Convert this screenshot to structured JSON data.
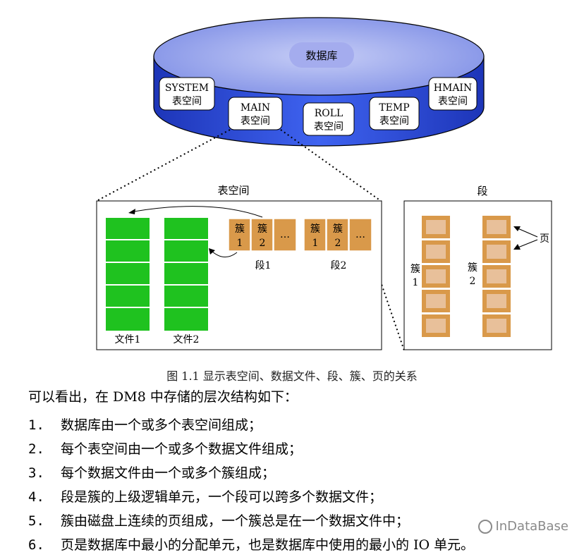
{
  "database": {
    "label": "数据库",
    "tablespaces": [
      {
        "name": "SYSTEM",
        "sub": "表空间"
      },
      {
        "name": "MAIN",
        "sub": "表空间"
      },
      {
        "name": "ROLL",
        "sub": "表空间"
      },
      {
        "name": "TEMP",
        "sub": "表空间"
      },
      {
        "name": "HMAIN",
        "sub": "表空间"
      }
    ]
  },
  "tablespace_panel": {
    "title": "表空间",
    "file1": "文件1",
    "file2": "文件2",
    "cluster_char": "簇",
    "num1": "1",
    "num2": "2",
    "ellipsis": "…",
    "seg1": "段1",
    "seg2": "段2"
  },
  "segment_panel": {
    "title": "段",
    "page_label": "页",
    "cluster1": "簇",
    "cluster1_num": "1",
    "cluster2": "簇",
    "cluster2_num": "2"
  },
  "caption": "图 1.1  显示表空间、数据文件、段、簇、页的关系",
  "intro": "可以看出，在 DM8 中存储的层次结构如下：",
  "items": [
    {
      "num": "1.",
      "text": "数据库由一个或多个表空间组成；"
    },
    {
      "num": "2.",
      "text": "每个表空间由一个或多个数据文件组成；"
    },
    {
      "num": "3.",
      "text": "每个数据文件由一个或多个簇组成；"
    },
    {
      "num": "4.",
      "text": "段是簇的上级逻辑单元，一个段可以跨多个数据文件；"
    },
    {
      "num": "5.",
      "text": "簇由磁盘上连续的页组成，一个簇总是在一个数据文件中；"
    },
    {
      "num": "6.",
      "text": "页是数据库中最小的分配单元，也是数据库中使用的最小的 IO 单元。"
    }
  ],
  "watermark": "InDataBase",
  "colors": {
    "db_blue": "#2f4fd8",
    "green": "#1fc21f",
    "cluster": "#d9994a",
    "page_inner": "#e8c09a"
  }
}
